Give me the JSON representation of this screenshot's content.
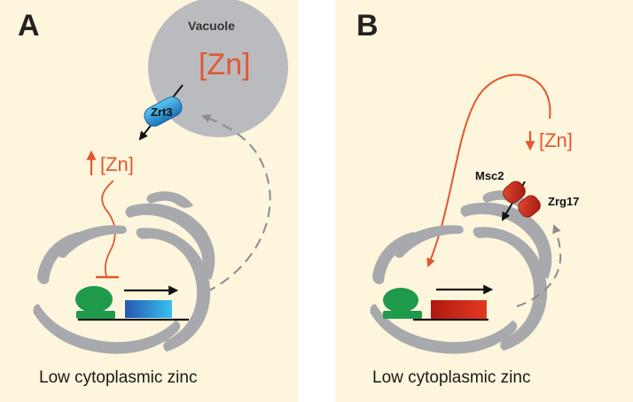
{
  "panel_a": {
    "letter": "A",
    "vacuole_label": "Vacuole",
    "vacuole_zn": "[Zn]",
    "transporter_label": "Zrt3",
    "cytoplasm_zn": "[Zn]",
    "caption": "Low cytoplasmic zinc"
  },
  "panel_b": {
    "letter": "B",
    "er_zn": "[Zn]",
    "transporter_labels": [
      "Msc2",
      "Zrg17"
    ],
    "caption": "Low cytoplasmic zinc"
  },
  "colors": {
    "panel_bg": "#fdf5dc",
    "zinc": "#e4572e",
    "er": "#a7a9ad",
    "vacuole": "#b9bbbf",
    "tf": "#1f9a4a",
    "zrt3": "#29a3e0",
    "msc2": "#cc2418"
  }
}
